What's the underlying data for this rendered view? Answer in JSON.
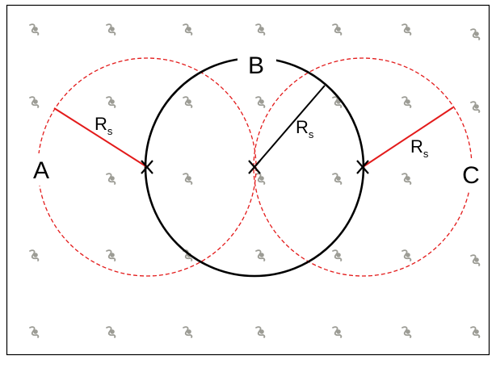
{
  "colors": {
    "frame": "#000000",
    "dashed_circle": "#e31b1b",
    "solid_circle": "#000000",
    "radius_red": "#e31b1b",
    "radius_black": "#000000",
    "node_icon": "#9c9c95",
    "background": "#ffffff"
  },
  "labels": {
    "a": "A",
    "b": "B",
    "c": "C",
    "radius_main": "R",
    "radius_sub": "s"
  },
  "icons": {
    "node": "sensor-node-icon",
    "center": "cross-mark-icon"
  }
}
